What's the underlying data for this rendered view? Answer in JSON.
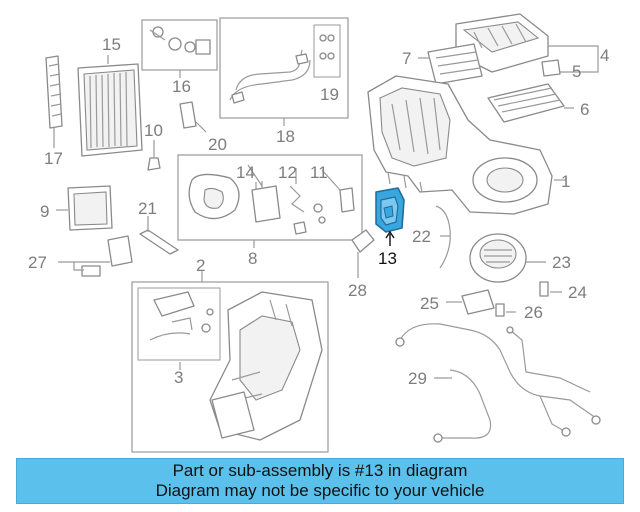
{
  "parts": [
    {
      "id": "p1",
      "label": "1"
    },
    {
      "id": "p2",
      "label": "2"
    },
    {
      "id": "p3",
      "label": "3"
    },
    {
      "id": "p4",
      "label": "4"
    },
    {
      "id": "p5",
      "label": "5"
    },
    {
      "id": "p6",
      "label": "6"
    },
    {
      "id": "p7",
      "label": "7"
    },
    {
      "id": "p8",
      "label": "8"
    },
    {
      "id": "p9",
      "label": "9"
    },
    {
      "id": "p10",
      "label": "10"
    },
    {
      "id": "p11",
      "label": "11"
    },
    {
      "id": "p12",
      "label": "12"
    },
    {
      "id": "p13",
      "label": "13"
    },
    {
      "id": "p14",
      "label": "14"
    },
    {
      "id": "p15",
      "label": "15"
    },
    {
      "id": "p16",
      "label": "16"
    },
    {
      "id": "p17",
      "label": "17"
    },
    {
      "id": "p18",
      "label": "18"
    },
    {
      "id": "p19",
      "label": "19"
    },
    {
      "id": "p20",
      "label": "20"
    },
    {
      "id": "p21",
      "label": "21"
    },
    {
      "id": "p22",
      "label": "22"
    },
    {
      "id": "p23",
      "label": "23"
    },
    {
      "id": "p24",
      "label": "24"
    },
    {
      "id": "p25",
      "label": "25"
    },
    {
      "id": "p26",
      "label": "26"
    },
    {
      "id": "p27",
      "label": "27"
    },
    {
      "id": "p28",
      "label": "28"
    },
    {
      "id": "p29",
      "label": "29"
    }
  ],
  "highlight_color": "#2a9fd6",
  "banner": {
    "line1": "Part or sub-assembly is #13 in diagram",
    "line2": "Diagram may not be specific to your vehicle",
    "color": "#5bc0eb"
  }
}
